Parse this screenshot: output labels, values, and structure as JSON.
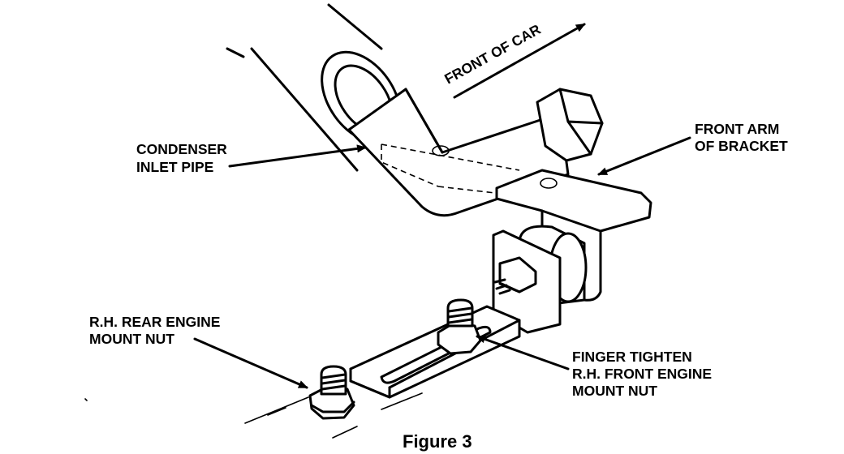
{
  "labels": {
    "front_of_car": "FRONT OF CAR",
    "condenser_line1": "CONDENSER",
    "condenser_line2": "INLET PIPE",
    "front_arm_line1": "FRONT ARM",
    "front_arm_line2": "OF BRACKET",
    "rear_mount_line1": "R.H. REAR ENGINE",
    "rear_mount_line2": "MOUNT NUT",
    "finger_line1": "FINGER TIGHTEN",
    "finger_line2": "R.H. FRONT ENGINE",
    "finger_line3": "MOUNT NUT"
  },
  "caption": "Figure 3",
  "colors": {
    "ink": "#000000",
    "paper": "#ffffff"
  }
}
